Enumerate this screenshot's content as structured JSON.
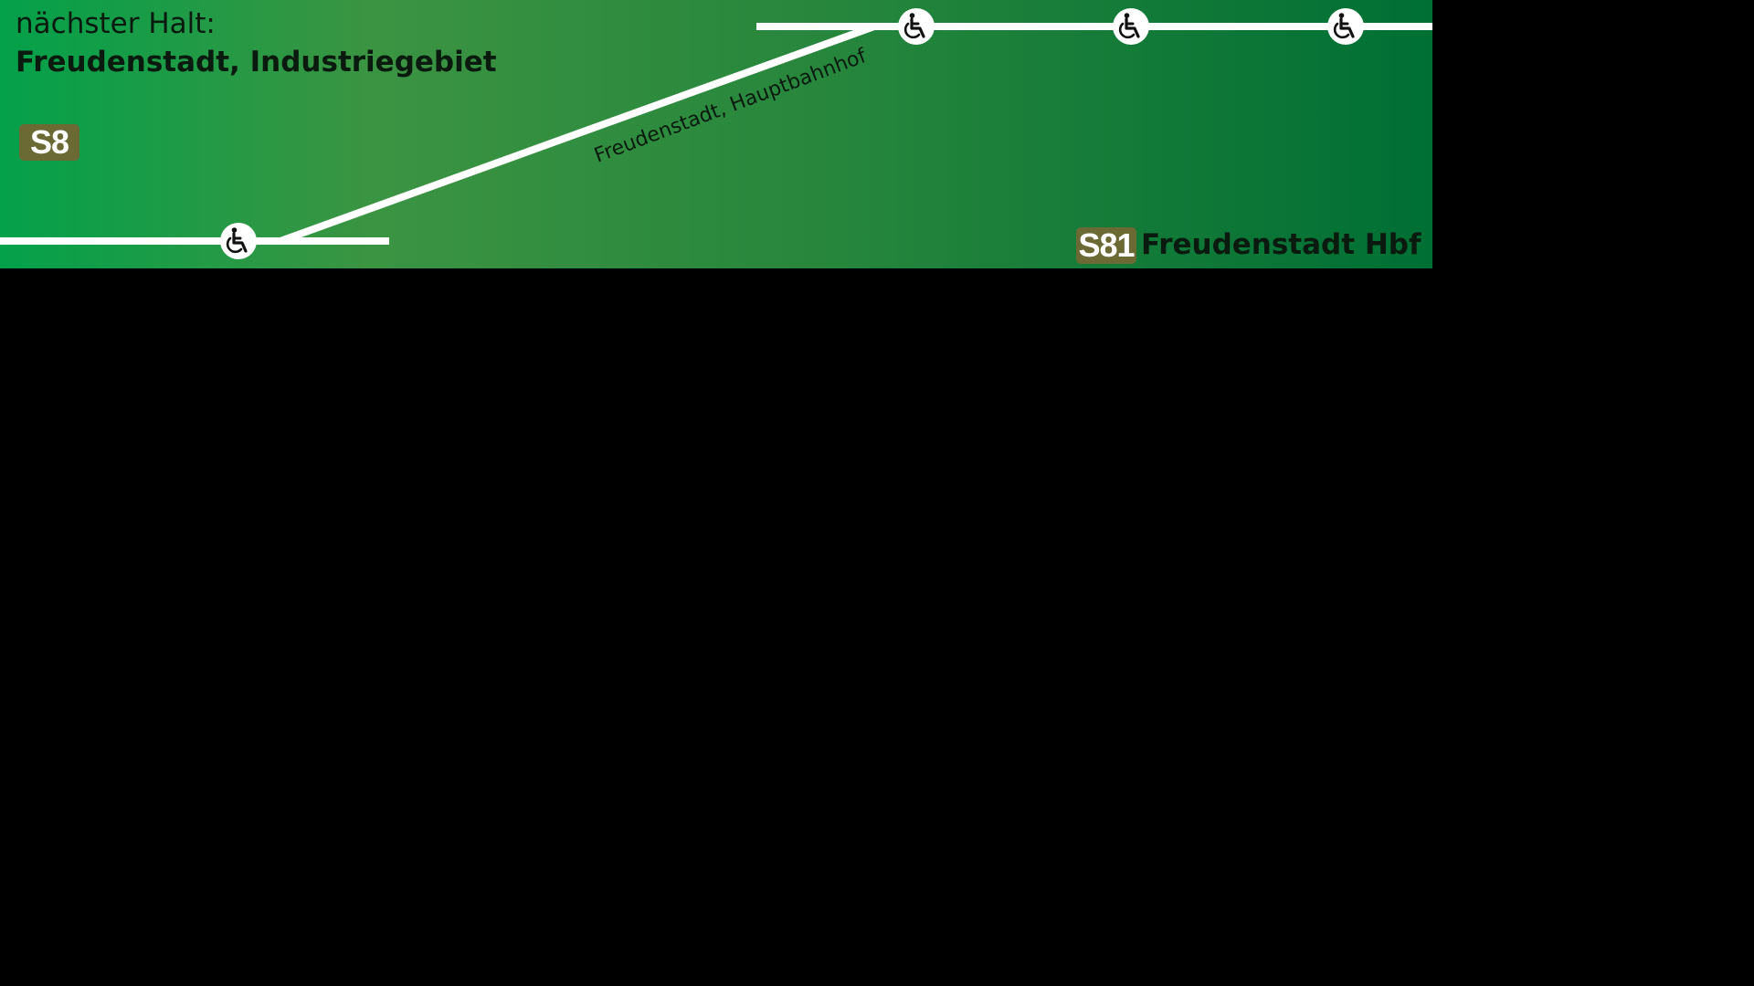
{
  "header": {
    "next_stop_label": "nächster Halt:",
    "next_stop_name": "Freudenstadt, Industriegebiet"
  },
  "current_line": {
    "label": "S8",
    "color": "#6b6a34"
  },
  "route": {
    "line_color": "#ffffff",
    "stations": [
      {
        "name": "",
        "accessible": true
      },
      {
        "name": "Freudenstadt, Hauptbahnhof",
        "accessible": true
      },
      {
        "name": "",
        "accessible": true
      },
      {
        "name": "",
        "accessible": true
      }
    ]
  },
  "continuation": {
    "line": "S81",
    "line_color": "#6b6a34",
    "destination": "Freudenstadt Hbf"
  },
  "colors": {
    "background_start": "#04a14a",
    "background_end": "#006f34",
    "text": "#0a1a0e",
    "screen_off": "#000000"
  },
  "icons": {
    "station_marker": "wheelchair-accessible-icon"
  }
}
